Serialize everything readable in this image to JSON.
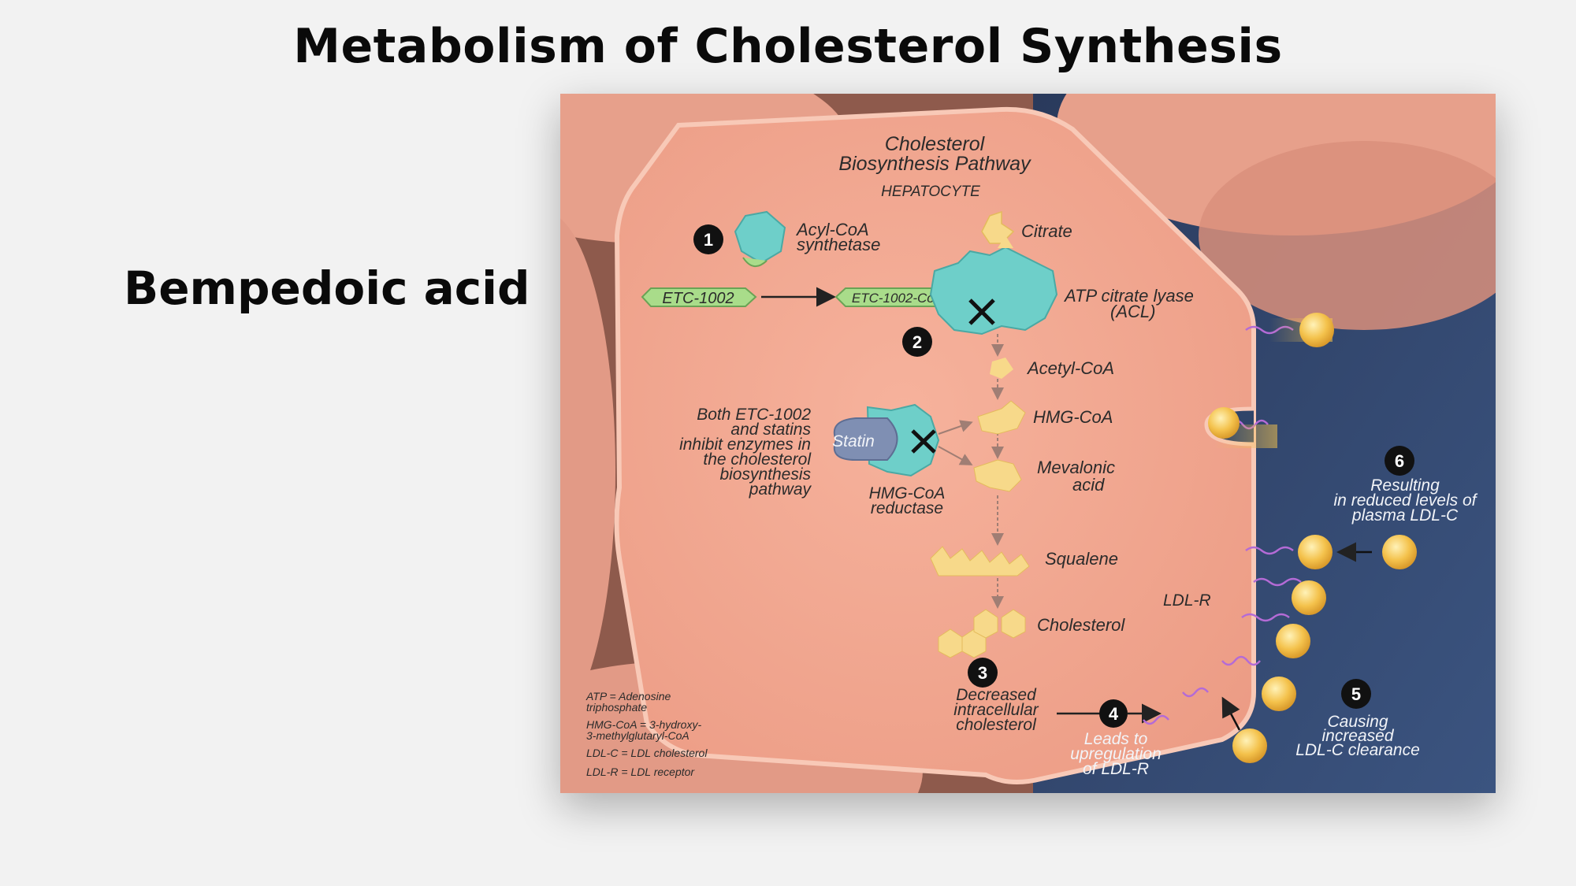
{
  "slide": {
    "title": "Metabolism of Cholesterol Synthesis",
    "drug": "Bempedoic acid"
  },
  "figure": {
    "header": [
      "Cholesterol",
      "Biosynthesis Pathway"
    ],
    "cell_label": "HEPATOCYTE",
    "enzymes": {
      "acyl_coa_synthetase": [
        "Acyl-CoA",
        "synthetase"
      ],
      "acl": [
        "ATP citrate lyase",
        "(ACL)"
      ],
      "hmg_coa_reductase": [
        "HMG-CoA",
        "reductase"
      ]
    },
    "drugs": {
      "etc": "ETC-1002",
      "etc_coa": "ETC-1002-CoA",
      "statin": "Statin"
    },
    "pathway": [
      "Citrate",
      "Acetyl-CoA",
      "HMG-CoA",
      "Mevalonic",
      "acid",
      "Squalene",
      "Cholesterol"
    ],
    "inhibit_note": [
      "Both ETC-1002",
      "and statins",
      "inhibit enzymes in",
      "the cholesterol",
      "biosynthesis",
      "pathway"
    ],
    "steps": {
      "s1": "1",
      "s2": "2",
      "s3": "3",
      "s4": "4",
      "s5": "5",
      "s6": "6",
      "s3_text": [
        "Decreased",
        "intracellular",
        "cholesterol"
      ],
      "s4_text": [
        "Leads to",
        "upregulation",
        "of LDL-R"
      ],
      "s5_text": [
        "Causing",
        "increased",
        "LDL-C clearance"
      ],
      "s6_text": [
        "Resulting",
        "in reduced levels of",
        "plasma LDL-C"
      ]
    },
    "ldlr_label": "LDL-R",
    "legend": [
      "ATP = Adenosine",
      "triphosphate",
      "HMG-CoA = 3-hydroxy-",
      "3-methylglutaryl-CoA",
      "LDL-C = LDL cholesterol",
      "LDL-R = LDL receptor"
    ],
    "colors": {
      "cell": "#f0a790",
      "cell_edge": "#f7c3b1",
      "neighbor": "#e29a86",
      "blood": "#2f4469",
      "enzyme": "#6ecfc9",
      "drug_tag": "#a9dc8a",
      "statin": "#7f8fb3",
      "pathway_block": "#f7d98a",
      "ldl": "#f4c24c"
    }
  }
}
